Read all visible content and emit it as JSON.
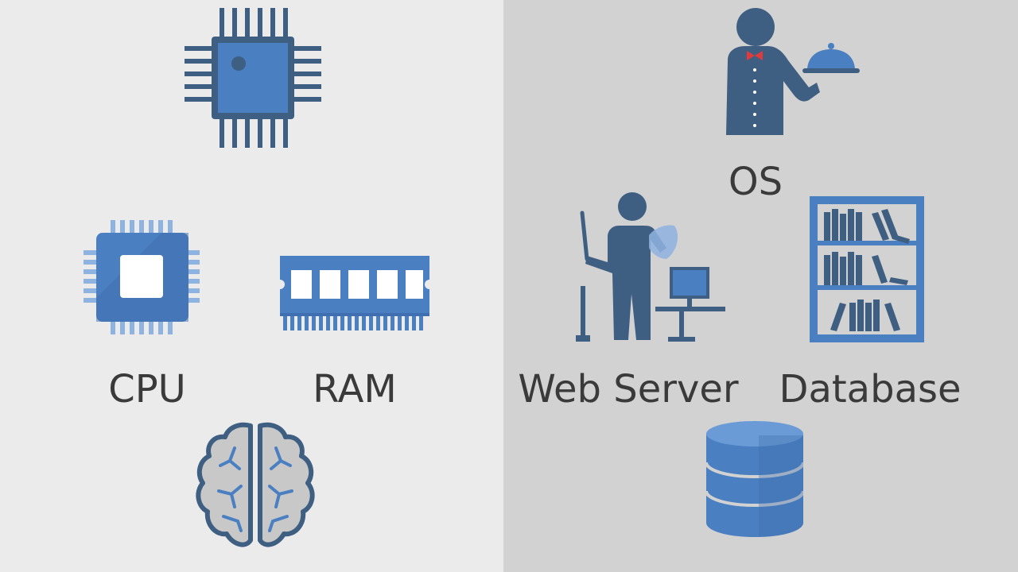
{
  "labels": {
    "cpu": "CPU",
    "ram": "RAM",
    "os": "OS",
    "web_server": "Web Server",
    "database": "Database"
  },
  "colors": {
    "left_background": "#ebebeb",
    "right_background": "#d2d2d2",
    "icon_dark": "#3f5f82",
    "icon_blue": "#4a7fc1",
    "icon_light": "#8fb3e0",
    "label_text": "#3a3a3a",
    "accent_red": "#e03a3a"
  },
  "icons": [
    "microchip-icon",
    "cpu-icon",
    "ram-icon",
    "brain-icon",
    "waiter-icon",
    "teacher-icon",
    "bookshelf-icon",
    "database-cylinder-icon"
  ]
}
